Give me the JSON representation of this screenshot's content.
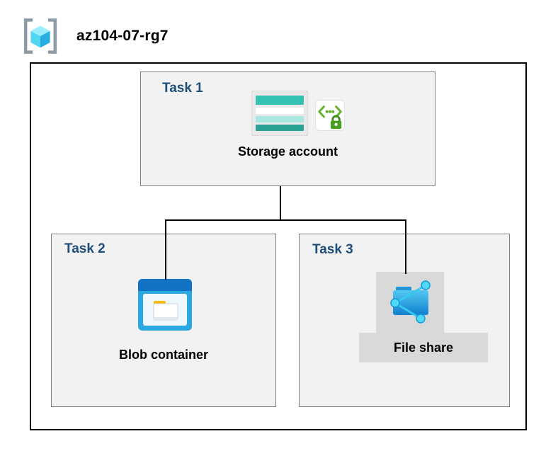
{
  "header": {
    "title": "az104-07-rg7",
    "icon": "resource-group-icon"
  },
  "tasks": [
    {
      "label": "Task 1",
      "item": "Storage account",
      "icons": [
        "storage-account-icon",
        "sas-lock-badge-icon"
      ]
    },
    {
      "label": "Task 2",
      "item": "Blob container",
      "icons": [
        "blob-container-icon"
      ]
    },
    {
      "label": "Task 3",
      "item": "File share",
      "icons": [
        "file-share-icon"
      ]
    }
  ],
  "colors": {
    "task_label_blue": "#1F4E79",
    "task_box_fill": "#F2F2F2",
    "task_box_border": "#808080",
    "boundary_border": "#000000",
    "connector": "#000000",
    "file_share_bg": "#D9D9D9",
    "storage_teal": "#33C1B2",
    "container_blue": "#2BA7E2",
    "container_header_blue": "#1273C4",
    "folder_tab_orange": "#FFB900",
    "badge_green": "#57A300",
    "share_node_cyan": "#4FD9F7"
  }
}
